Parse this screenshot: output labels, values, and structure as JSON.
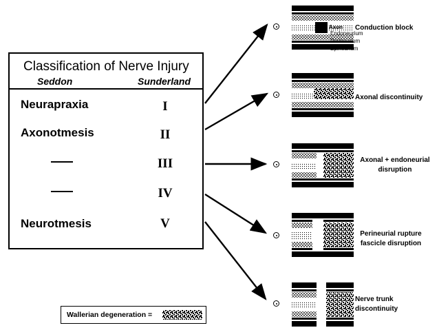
{
  "classification": {
    "title": "Classification of Nerve Injury",
    "col_seddon": "Seddon",
    "col_sunderland": "Sunderland",
    "rows": [
      {
        "seddon": "Neurapraxia",
        "sunderland": "I"
      },
      {
        "seddon": "Axonotmesis",
        "sunderland": "II"
      },
      {
        "seddon": "",
        "sunderland": "III"
      },
      {
        "seddon": "",
        "sunderland": "IV"
      },
      {
        "seddon": "Neurotmesis",
        "sunderland": "V"
      }
    ]
  },
  "legend": {
    "label": "Wallerian degeneration ="
  },
  "injuries": [
    {
      "label": "Conduction block"
    },
    {
      "label": "Axonal discontinuity"
    },
    {
      "label": "Axonal + endoneurial disruption"
    },
    {
      "label": "Perineurial rupture fascicle disruption"
    },
    {
      "label": "Nerve trunk discontinuity"
    }
  ],
  "layers": {
    "axon": "Axon",
    "endoneurium": "Endoneurium",
    "perineurium": "Perineurium",
    "epineurium": "Epineurium"
  }
}
